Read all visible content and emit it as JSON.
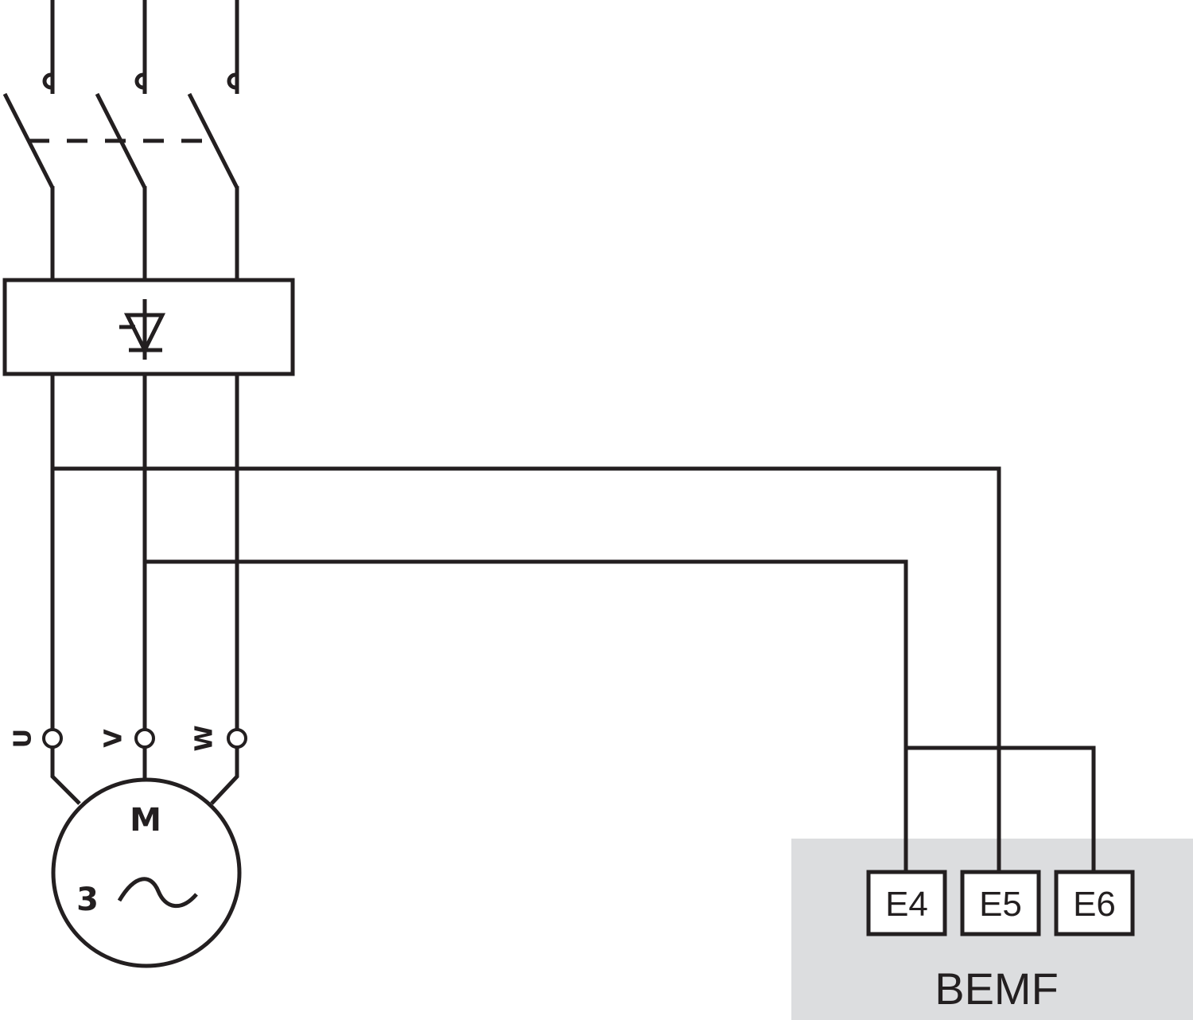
{
  "phases": [
    "U",
    "V",
    "W"
  ],
  "motor": {
    "letter": "M",
    "phase_count": "3",
    "ac_symbol": "~"
  },
  "bemf": {
    "title": "BEMF",
    "background": "#dcdddf",
    "terminals": [
      "E4",
      "E5",
      "E6"
    ]
  },
  "colors": {
    "line": "#231f20",
    "background": "#ffffff"
  }
}
